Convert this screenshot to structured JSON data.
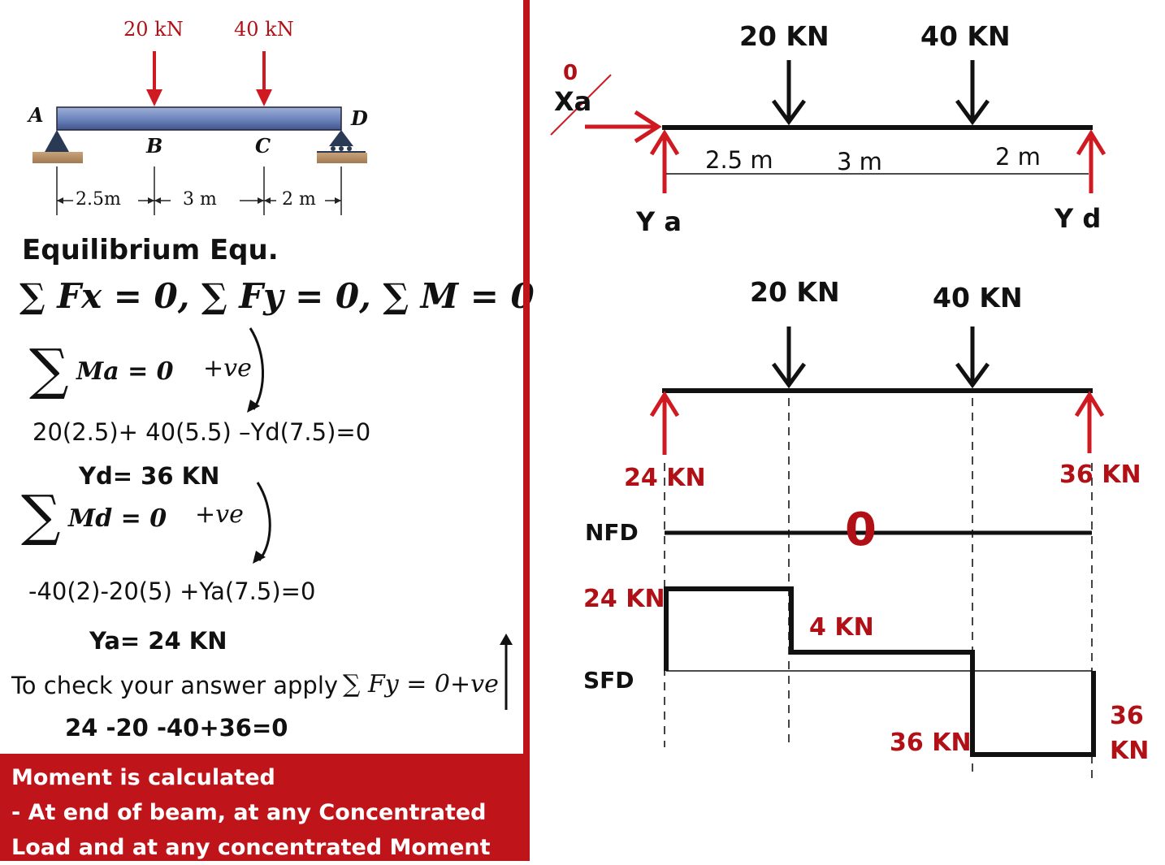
{
  "left": {
    "beam": {
      "load1": "20 kN",
      "load2": "40 kN",
      "pointA": "A",
      "pointB": "B",
      "pointC": "C",
      "pointD": "D",
      "dim1": "2.5m",
      "dim2": "3 m",
      "dim3": "2 m"
    },
    "heading": "Equilibrium Equ.",
    "eq_general": "∑ Fx = 0, ∑ Fy = 0, ∑ M = 0",
    "sum_ma_label": "Ma = 0",
    "sign1": "+ve",
    "eq_ma": "20(2.5)+ 40(5.5) –Yd(7.5)=0",
    "result_yd": "Yd= 36 KN",
    "sum_md_label": "Md = 0",
    "sign2": "+ve",
    "eq_md": "-40(2)-20(5) +Ya(7.5)=0",
    "result_ya": "Ya= 24 KN",
    "check_text": "To check your answer apply",
    "check_formula": "∑ Fy = 0+ve",
    "check_eq": "24 -20 -40+36=0",
    "note": {
      "line1": "Moment is calculated",
      "line2": "- At end of beam, at any Concentrated",
      "line3": "Load and at any concentrated Moment"
    }
  },
  "right": {
    "fbd": {
      "load1": "20 KN",
      "load2": "40 KN",
      "xa_zero": "0",
      "xa_label": "Xa",
      "dim1": "2.5 m",
      "dim2": "3 m",
      "dim3": "2 m",
      "ya": "Y a",
      "yd": "Y d"
    },
    "diagram": {
      "load1": "20 KN",
      "load2": "40 KN",
      "reaction_a": "24 KN",
      "reaction_d": "36 KN",
      "nfd_label": "NFD",
      "nfd_value": "0",
      "sfd_label": "SFD",
      "sfd_top": "24 KN",
      "sfd_mid": "4 KN",
      "sfd_bottom": "36 KN",
      "sfd_right_1": "36",
      "sfd_right_2": "KN"
    }
  }
}
